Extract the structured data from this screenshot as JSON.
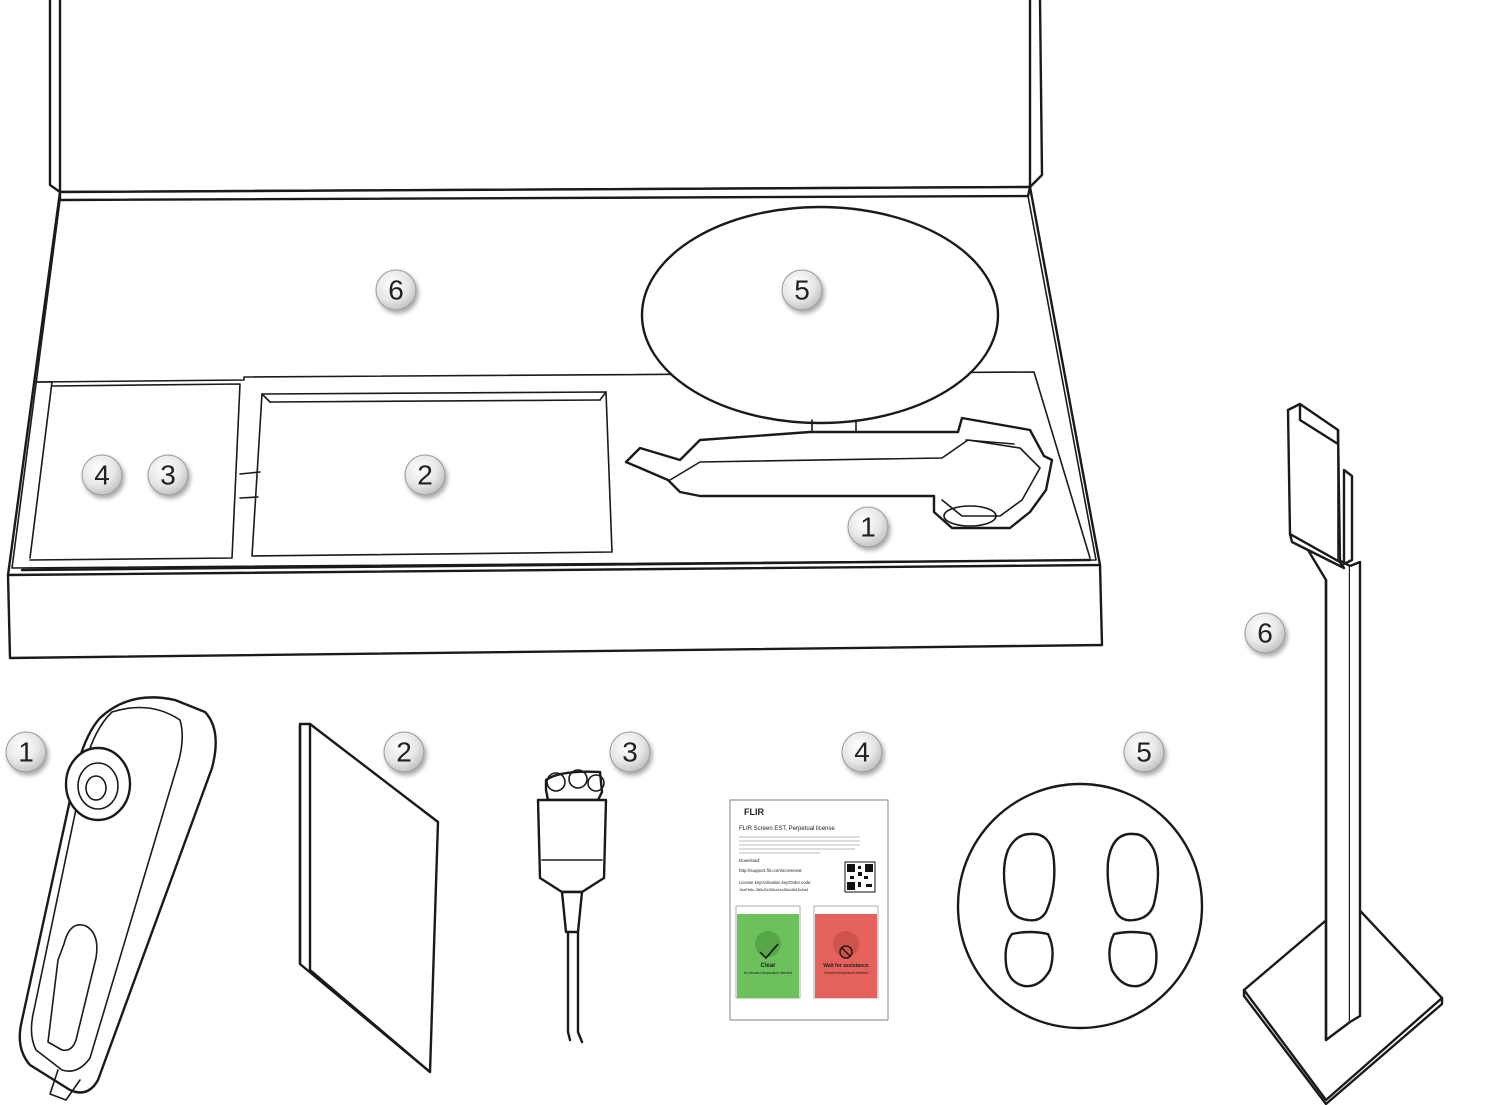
{
  "callouts": {
    "box_6": "6",
    "box_5": "5",
    "box_4": "4",
    "box_3": "3",
    "box_2": "2",
    "box_1": "1",
    "item_1": "1",
    "item_2": "2",
    "item_3": "3",
    "item_4": "4",
    "item_5": "5",
    "item_6": "6"
  },
  "license_card": {
    "brand": "FLIR",
    "title": "FLIR Screen EST, Perpetual license",
    "download_label": "Download:",
    "download_url": "http://support.flir.com/screenest",
    "license_label": "License key/Activation key/Order code:",
    "license_key": "16a7b6c-365d2c30ba1cc56a4643c6a4",
    "panel_left_title": "Clear",
    "panel_left_sub": "No elevated temperature detected",
    "panel_right_title": "Wait for assistance",
    "panel_right_sub": "Elevated temperature detected",
    "colors": {
      "green": "#6cc15c",
      "red": "#e4625b",
      "link": "#1a6fd1"
    }
  }
}
